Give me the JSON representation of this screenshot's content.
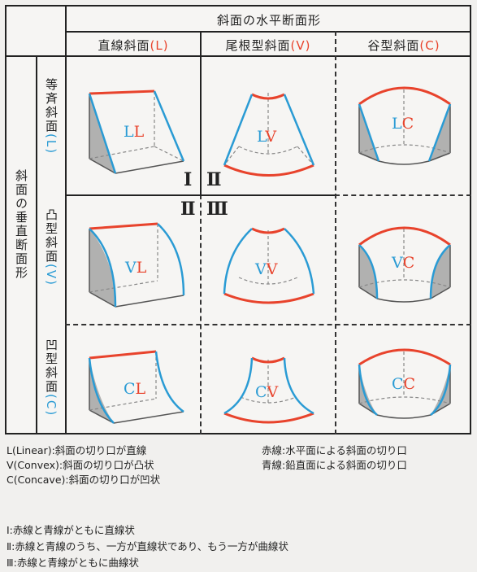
{
  "header": {
    "horizontal_title": "斜面の水平断面形",
    "columns": [
      {
        "text": "直線斜面",
        "paren_open": "(",
        "code": "L",
        "paren_close": ")"
      },
      {
        "text": "尾根型斜面",
        "paren_open": "(",
        "code": "V",
        "paren_close": ")"
      },
      {
        "text": "谷型斜面",
        "paren_open": "(",
        "code": "C",
        "paren_close": ")"
      }
    ],
    "vertical_title": "斜面の垂直断面形",
    "rows": [
      {
        "text": "等斉斜面",
        "paren_open": "(",
        "code": "L",
        "paren_close": ")"
      },
      {
        "text": "凸型斜面",
        "paren_open": "(",
        "code": "V",
        "paren_close": ")"
      },
      {
        "text": "凹型斜面",
        "paren_open": "(",
        "code": "C",
        "paren_close": ")"
      }
    ]
  },
  "cells": [
    {
      "blue": "L",
      "red": "L"
    },
    {
      "blue": "L",
      "red": "V"
    },
    {
      "blue": "L",
      "red": "C"
    },
    {
      "blue": "V",
      "red": "L"
    },
    {
      "blue": "V",
      "red": "V"
    },
    {
      "blue": "V",
      "red": "C"
    },
    {
      "blue": "C",
      "red": "L"
    },
    {
      "blue": "C",
      "red": "V"
    },
    {
      "blue": "C",
      "red": "C"
    }
  ],
  "roman_marks": {
    "i": "Ⅰ",
    "ii_a": "Ⅱ",
    "ii_b": "Ⅱ",
    "iii": "Ⅲ"
  },
  "legend": {
    "linear": "L(Linear):斜面の切り口が直線",
    "convex": "V(Convex):斜面の切り口が凸状",
    "concave": "C(Concave):斜面の切り口が凹状",
    "red_line": "赤線:水平面による斜面の切り口",
    "blue_line": "青線:鉛直面による斜面の切り口",
    "note_i": "Ⅰ:赤線と青線がともに直線状",
    "note_ii": "Ⅱ:赤線と青線のうち、一方が直線状であり、もう一方が曲線状",
    "note_iii": "Ⅲ:赤線と青線がともに曲線状"
  },
  "colors": {
    "red": "#e8432c",
    "blue": "#2a9bd4",
    "shade": "#9a9a9a"
  }
}
